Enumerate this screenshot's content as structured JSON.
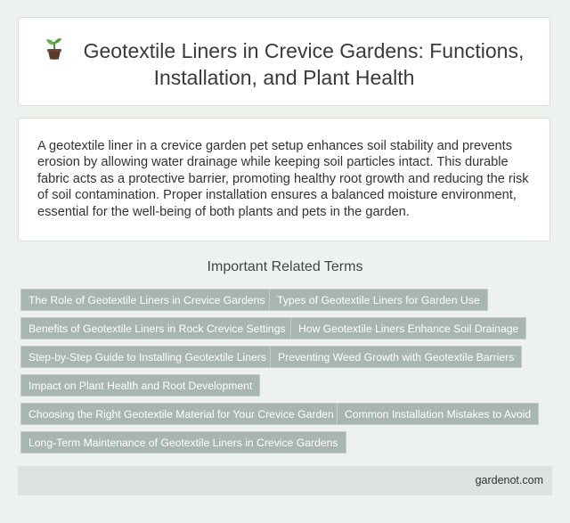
{
  "header": {
    "title_line1": "Geotextile Liners in Crevice Gardens: Functions,",
    "title_line2": "Installation, and Plant Health",
    "icon": "sprout-icon"
  },
  "description": {
    "text": "A geotextile liner in a crevice garden pet setup enhances soil stability and prevents erosion by allowing water drainage while keeping soil particles intact. This durable fabric acts as a protective barrier, promoting healthy root growth and reducing the risk of soil contamination. Proper installation ensures a balanced moisture environment, essential for the well-being of both plants and pets in the garden."
  },
  "related": {
    "heading": "Important Related Terms",
    "terms": [
      "The Role of Geotextile Liners in Crevice Gardens",
      "Types of Geotextile Liners for Garden Use",
      "Benefits of Geotextile Liners in Rock Crevice Settings",
      "How Geotextile Liners Enhance Soil Drainage",
      "Step-by-Step Guide to Installing Geotextile Liners",
      "Preventing Weed Growth with Geotextile Barriers",
      "Impact on Plant Health and Root Development",
      "Choosing the Right Geotextile Material for Your Crevice Garden",
      "Common Installation Mistakes to Avoid",
      "Long-Term Maintenance of Geotextile Liners in Crevice Gardens"
    ]
  },
  "footer": {
    "site": "gardenot.com"
  },
  "colors": {
    "background": "#edf2ef",
    "tag": "#a8b6b2",
    "footer": "#dde3df"
  }
}
